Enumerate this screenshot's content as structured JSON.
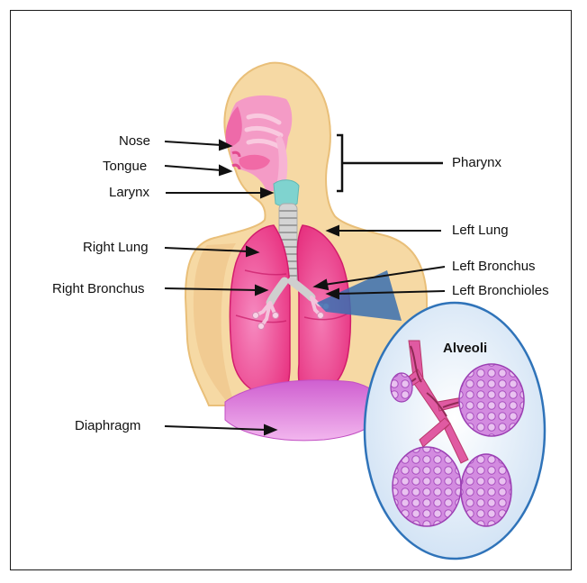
{
  "labels": {
    "nose": "Nose",
    "tongue": "Tongue",
    "larynx": "Larynx",
    "right_lung": "Right Lung",
    "right_bronchus": "Right Bronchus",
    "diaphragm": "Diaphragm",
    "pharynx": "Pharynx",
    "left_lung": "Left Lung",
    "left_bronchus": "Left Bronchus",
    "left_bronchioles": "Left Bronchioles",
    "alveoli": "Alveoli"
  },
  "colors": {
    "skin": "#f6d9a4",
    "skin_edge": "#e9bf79",
    "lung": "#ef3f8e",
    "lung_light": "#f47ab4",
    "airway": "#f2a7cf",
    "larynx": "#7fd3cf",
    "trachea": "#c9c9c9",
    "diaphragm": "#d86ad2",
    "inset_bg": "#e7f1fb",
    "inset_edge": "#2f73b9",
    "alveoli": "#c77ad6",
    "vessel": "#b8386b"
  }
}
